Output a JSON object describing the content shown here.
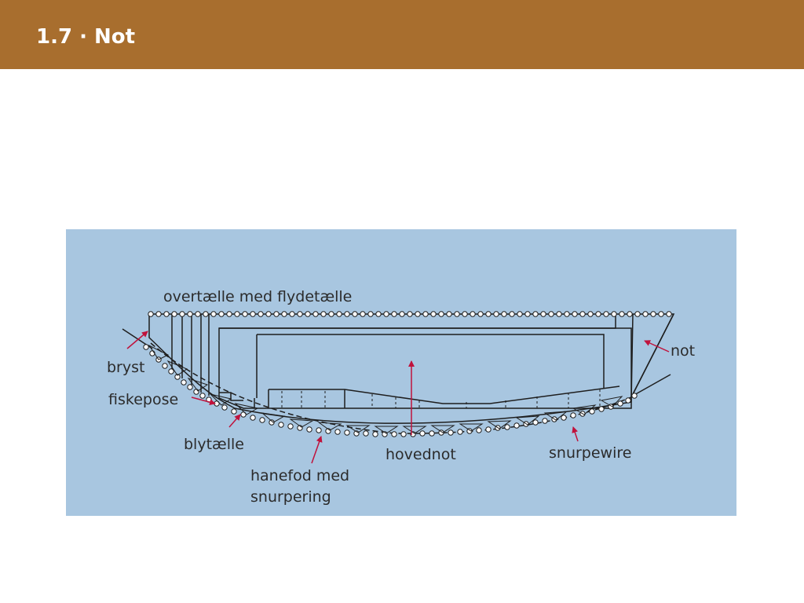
{
  "header": {
    "title": "1.7 · Not"
  },
  "diagram": {
    "labels": {
      "float_line": "overtælle med flydetælle",
      "net": "not",
      "breast": "bryst",
      "fish_bag": "fiskepose",
      "lead_line": "blytælle",
      "bridle": "hanefod med",
      "bridle_line2": "snurpering",
      "main_net": "hovednot",
      "purse_wire": "snurpewire"
    },
    "colors": {
      "header": "#a86e2e",
      "panel": "#a8c6e0",
      "line": "#1e1e1e",
      "arrow": "#c0123c"
    }
  }
}
